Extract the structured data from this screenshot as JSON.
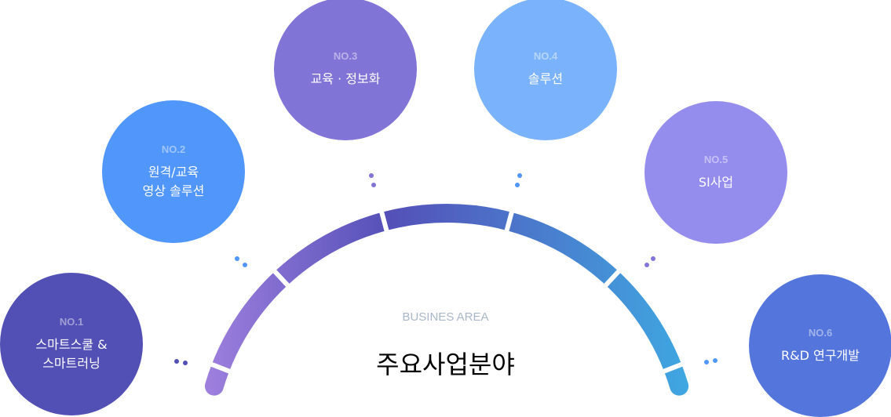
{
  "center": {
    "subtitle": "BUSINES AREA",
    "title": "주요사업분야"
  },
  "areas": [
    {
      "no": "NO.1",
      "label": "스마트스쿨 &\n스마트러닝",
      "color": "#524fb5"
    },
    {
      "no": "NO.2",
      "label": "원격/교육\n영상 솔루션",
      "color": "#5096fb"
    },
    {
      "no": "NO.3",
      "label": "교육 · 정보화",
      "color": "#8074d6"
    },
    {
      "no": "NO.4",
      "label": "솔루션",
      "color": "#7ab3fb"
    },
    {
      "no": "NO.5",
      "label": "SI사업",
      "color": "#958ded"
    },
    {
      "no": "NO.6",
      "label": "R&D 연구개발",
      "color": "#5475db"
    }
  ],
  "arc_colors": {
    "start": "#9f80de",
    "mid": "#5450b8",
    "end": "#3fa8e2"
  }
}
